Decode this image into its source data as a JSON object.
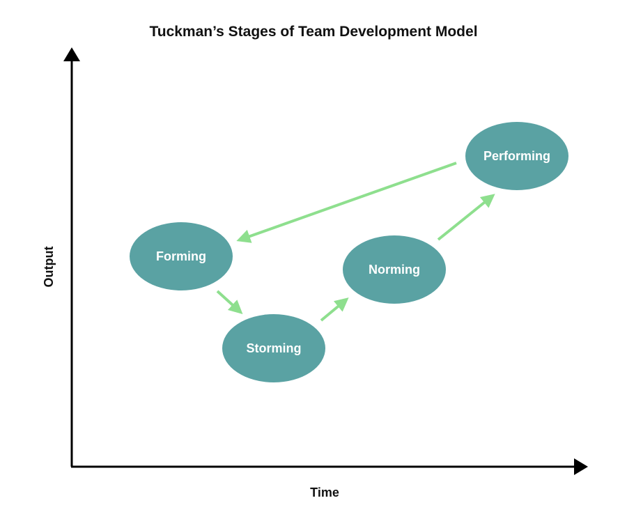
{
  "title": "Tuckman’s Stages of Team Development Model",
  "axes": {
    "x_label": "Time",
    "y_label": "Output"
  },
  "colors": {
    "stage_fill": "#5aa2a3",
    "arrow": "#8edf8e",
    "axis": "#000000",
    "text_dark": "#111111",
    "text_light": "#ffffff"
  },
  "stages": [
    {
      "id": "forming",
      "label": "Forming"
    },
    {
      "id": "storming",
      "label": "Storming"
    },
    {
      "id": "norming",
      "label": "Norming"
    },
    {
      "id": "performing",
      "label": "Performing"
    }
  ],
  "transitions": [
    {
      "from": "forming",
      "to": "storming"
    },
    {
      "from": "storming",
      "to": "norming"
    },
    {
      "from": "norming",
      "to": "performing"
    },
    {
      "from": "performing",
      "to": "forming"
    }
  ]
}
